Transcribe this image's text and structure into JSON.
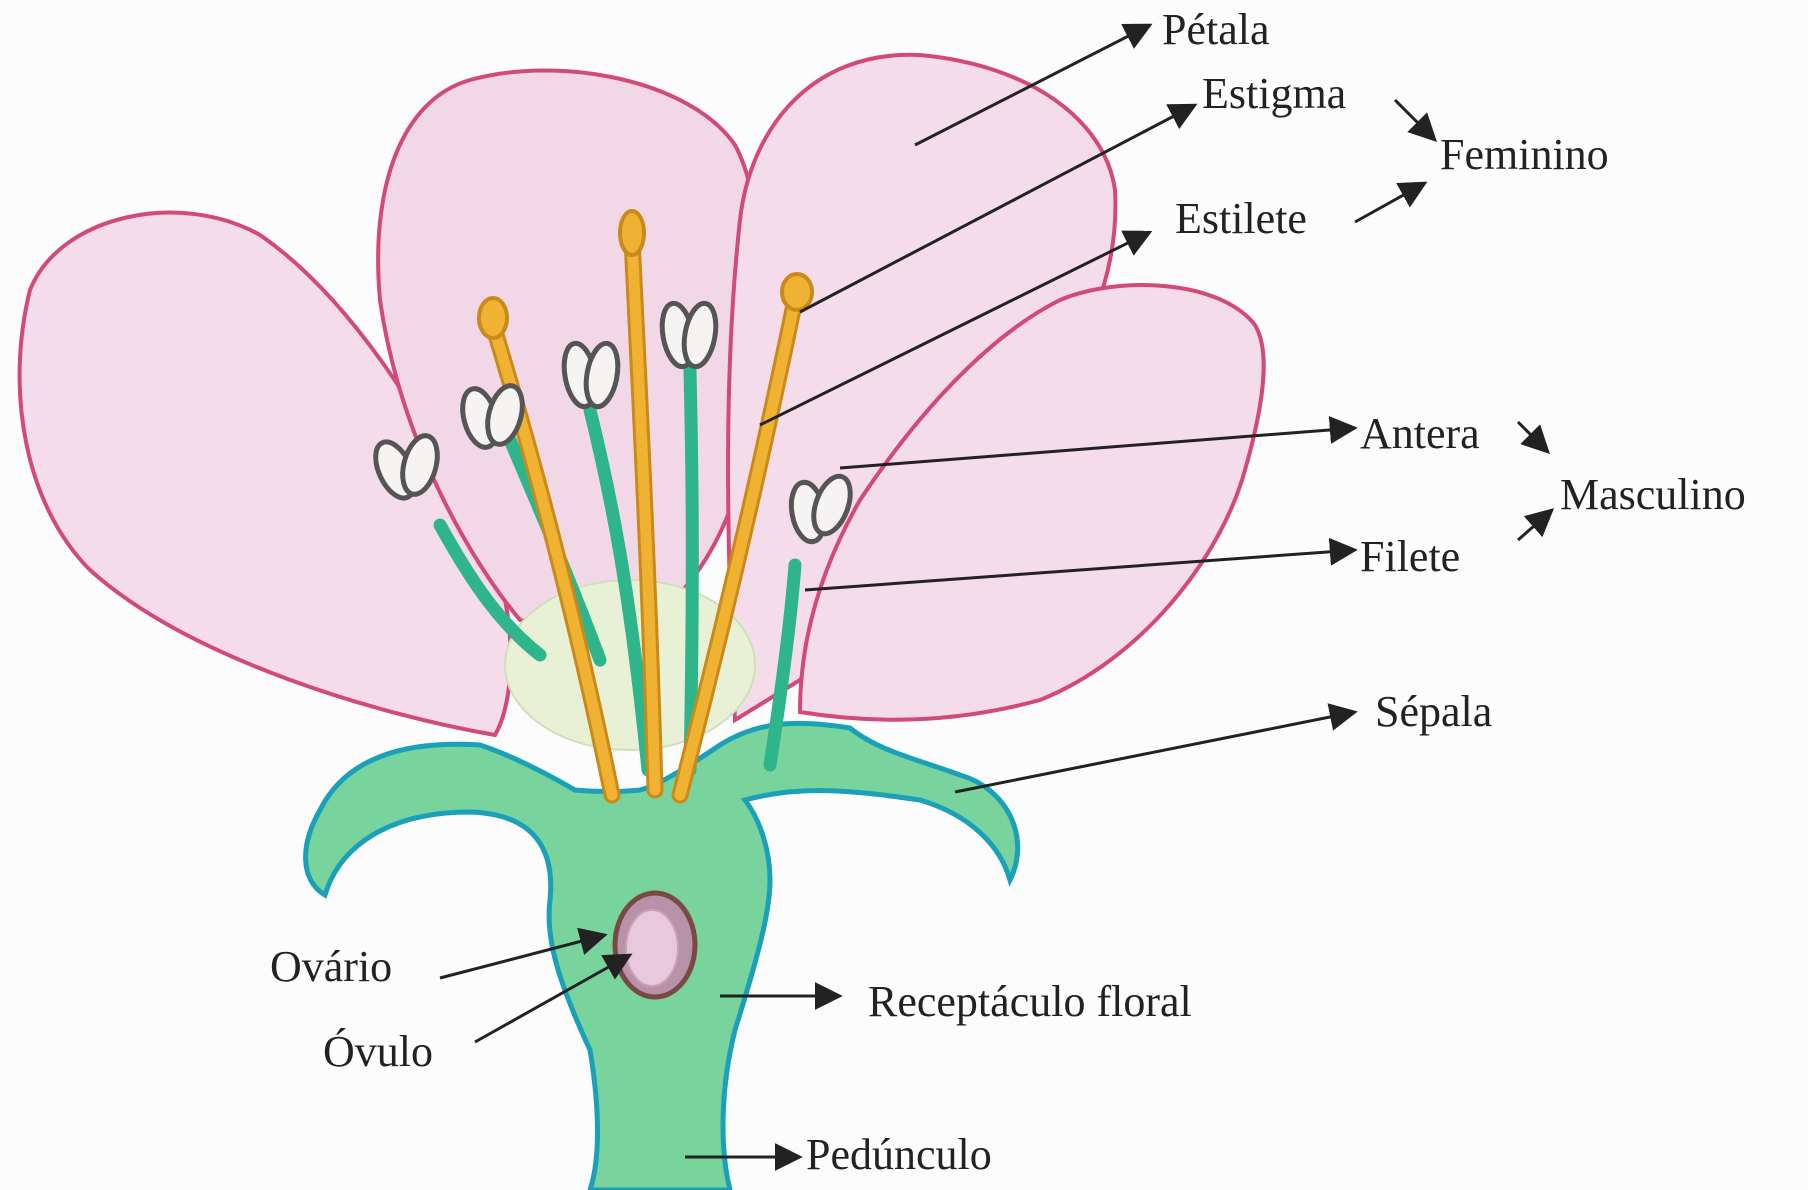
{
  "labels": {
    "petala": "Pétala",
    "estigma": "Estigma",
    "feminino": "Feminino",
    "estilete": "Estilete",
    "antera": "Antera",
    "masculino": "Masculino",
    "filete": "Filete",
    "sepala": "Sépala",
    "ovario": "Ovário",
    "ovulo": "Óvulo",
    "receptaculo": "Receptáculo floral",
    "pedunculo": "Pedúnculo"
  },
  "colors": {
    "petal_fill": "#f4dcea",
    "petal_outline": "#d24a78",
    "sepal_fill": "#78d39c",
    "sepal_outline": "#1aa0b8",
    "filament": "#2fb58c",
    "anther_outline": "#555555",
    "style_fill": "#f0b232",
    "style_outline": "#c98a1a",
    "center_fill": "#e8f0d6",
    "ovary_outline": "#7a4a42",
    "ovule_fill": "#e8c8dc",
    "arrow": "#222222"
  }
}
